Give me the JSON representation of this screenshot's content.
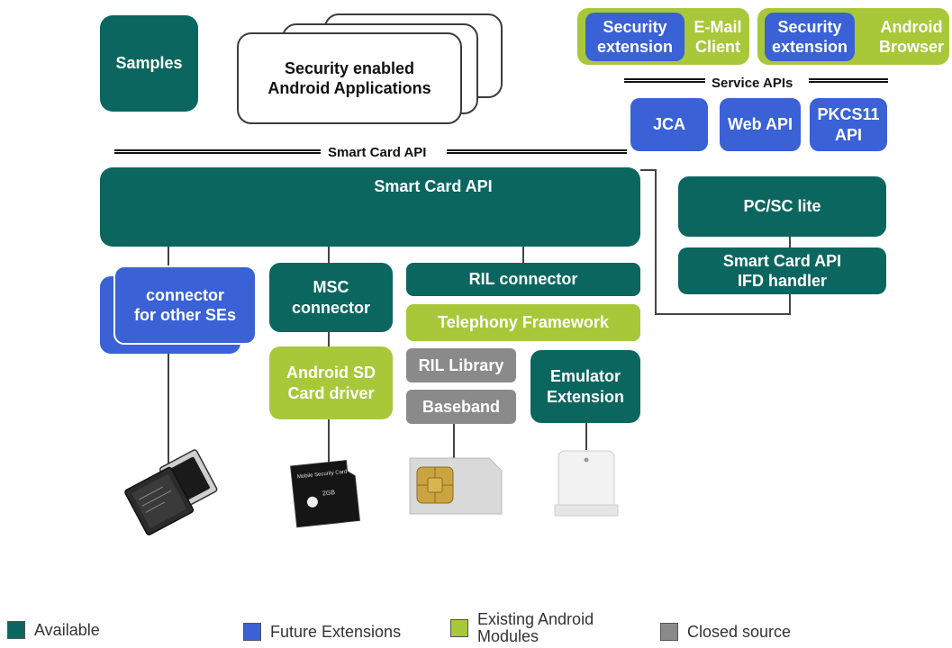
{
  "top": {
    "samples": "Samples",
    "apps": "Security enabled\nAndroid Applications",
    "email_group": {
      "security": "Security\nextension",
      "client": "E-Mail\nClient"
    },
    "browser_group": {
      "security": "Security\nextension",
      "client": "Android\nBrowser"
    },
    "service_apis_label": "Service APIs",
    "jca": "JCA",
    "web_api": "Web API",
    "pkcs11": "PKCS11\nAPI",
    "smartcard_api_label": "Smart Card API"
  },
  "middle": {
    "smartcard_api": "Smart Card API",
    "pcsc": "PC/SC lite",
    "ifd": "Smart Card API\nIFD handler"
  },
  "connectors": {
    "other_ses": "connector\nfor other SEs",
    "msc": "MSC\nconnector",
    "ril_connector": "RIL connector",
    "telephony": "Telephony Framework",
    "sd_driver": "Android SD\nCard driver",
    "ril_library": "RIL Library",
    "baseband": "Baseband",
    "emulator": "Emulator\nExtension"
  },
  "hardware": {
    "sd_card_text": "Mobile Security Card"
  },
  "legend": [
    {
      "label": "Available",
      "color": "#0b6660"
    },
    {
      "label": "Future Extensions",
      "color": "#3a61d6"
    },
    {
      "label": "Existing Android\nModules",
      "color": "#a8c83a"
    },
    {
      "label": "Closed source",
      "color": "#8a8a8a"
    }
  ],
  "colors": {
    "available": "#0b6660",
    "future": "#3a61d6",
    "existing": "#a8c83a",
    "closed": "#8a8a8a"
  }
}
